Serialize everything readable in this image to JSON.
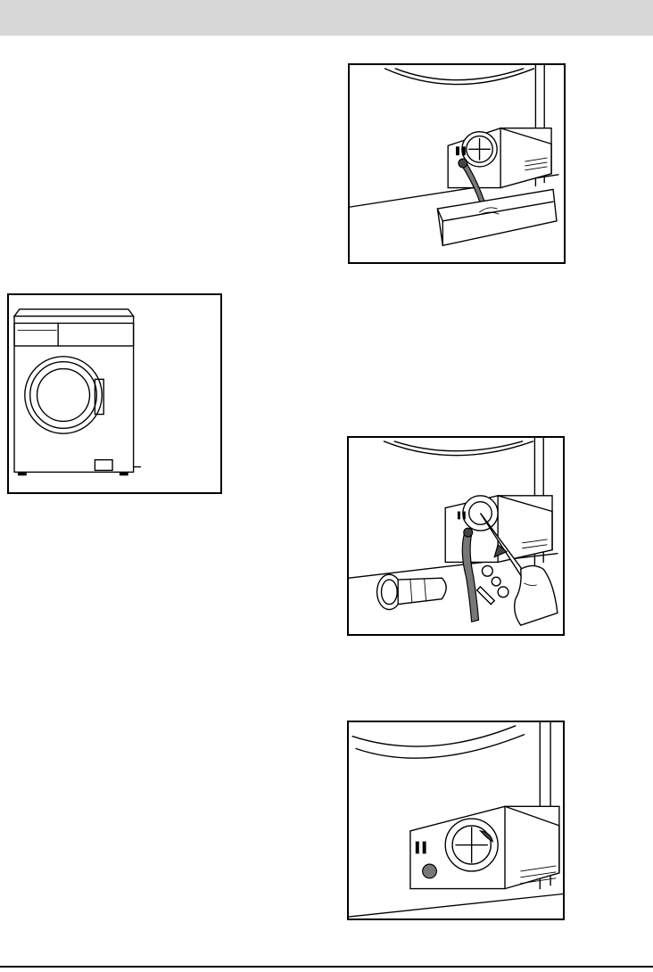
{
  "header": {
    "color": "#d7d7d7"
  },
  "figures": [
    {
      "id": "drain-hose",
      "icon": "drain-hose-illustration"
    },
    {
      "id": "machine-front",
      "icon": "washing-machine-illustration"
    },
    {
      "id": "filter-removal",
      "icon": "filter-removal-illustration"
    },
    {
      "id": "filter-refit",
      "icon": "filter-refit-illustration"
    }
  ]
}
